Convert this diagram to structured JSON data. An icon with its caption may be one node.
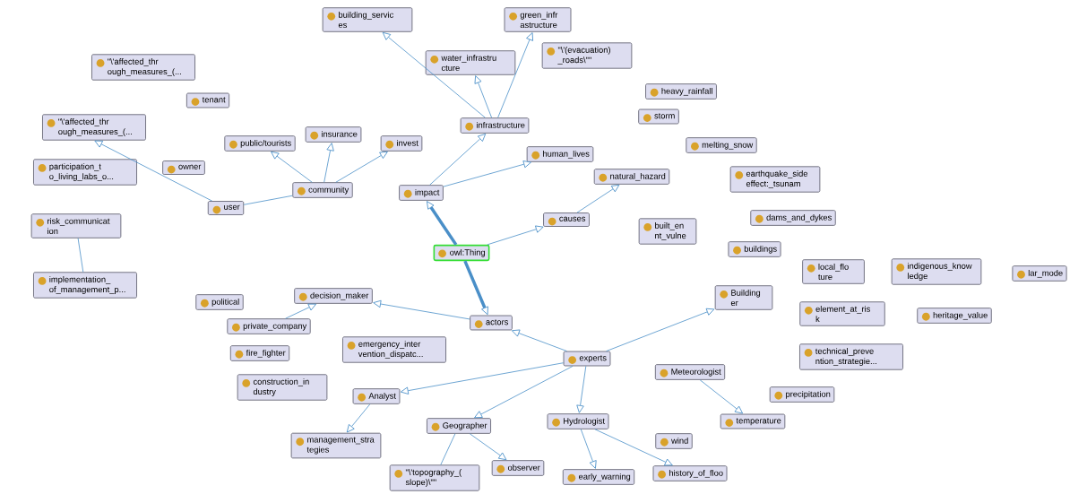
{
  "diagram": {
    "nodes": [
      {
        "text": [
          "owl:Thing"
        ]
      },
      {
        "text": [
          "impact"
        ]
      },
      {
        "text": [
          "actors"
        ]
      },
      {
        "text": [
          "causes"
        ]
      },
      {
        "text": [
          "infrastructure"
        ]
      },
      {
        "text": [
          "human_lives"
        ]
      },
      {
        "text": [
          "community"
        ]
      },
      {
        "text": [
          "user"
        ]
      },
      {
        "text": [
          "public/tourists"
        ]
      },
      {
        "text": [
          "insurance"
        ]
      },
      {
        "text": [
          "invest"
        ]
      },
      {
        "text": [
          "tenant"
        ]
      },
      {
        "text": [
          "\"\\'affected_thr ough_measures_(..."
        ]
      },
      {
        "text": [
          "\"\\'affected_thr ough_measures_(..."
        ]
      },
      {
        "text": [
          "participation_t o_living_labs_o..."
        ]
      },
      {
        "text": [
          "owner"
        ]
      },
      {
        "text": [
          "risk_communicat ion"
        ]
      },
      {
        "text": [
          "implementation_ of_management_p..."
        ]
      },
      {
        "text": [
          "political"
        ]
      },
      {
        "text": [
          "decision_maker"
        ]
      },
      {
        "text": [
          "private_company"
        ]
      },
      {
        "text": [
          "fire_fighter"
        ]
      },
      {
        "text": [
          "emergency_inter vention_dispatc..."
        ]
      },
      {
        "text": [
          "construction_in dustry"
        ]
      },
      {
        "text": [
          "Analyst"
        ]
      },
      {
        "text": [
          "management_stra tegies"
        ]
      },
      {
        "text": [
          "\"\\'topography_( slope)\\\"\""
        ]
      },
      {
        "text": [
          "observer"
        ]
      },
      {
        "text": [
          "Geographer"
        ]
      },
      {
        "text": [
          "Hydrologist"
        ]
      },
      {
        "text": [
          "early_warning"
        ]
      },
      {
        "text": [
          "history_of_floo"
        ]
      },
      {
        "text": [
          "wind"
        ]
      },
      {
        "text": [
          "experts"
        ]
      },
      {
        "text": [
          "Meteorologist"
        ]
      },
      {
        "text": [
          "precipitation"
        ]
      },
      {
        "text": [
          "temperature"
        ]
      },
      {
        "text": [
          "technical_preve ntion_strategie..."
        ]
      },
      {
        "text": [
          "Building er"
        ]
      },
      {
        "text": [
          "element_at_ris k"
        ]
      },
      {
        "text": [
          "heritage_value"
        ]
      },
      {
        "text": [
          "local_flo ture"
        ]
      },
      {
        "text": [
          "indigenous_know ledge"
        ]
      },
      {
        "text": [
          "lar_mode"
        ]
      },
      {
        "text": [
          "buildings"
        ]
      },
      {
        "text": [
          "built_en nt_vulne"
        ]
      },
      {
        "text": [
          "dams_and_dykes"
        ]
      },
      {
        "text": [
          "earthquake_side effect:_tsunam"
        ]
      },
      {
        "text": [
          "melting_snow"
        ]
      },
      {
        "text": [
          "natural_hazard"
        ]
      },
      {
        "text": [
          "storm"
        ]
      },
      {
        "text": [
          "heavy_rainfall"
        ]
      },
      {
        "text": [
          "\"\\'(evacuation) _roads\\\"\""
        ]
      },
      {
        "text": [
          "water_infrastru cture"
        ]
      },
      {
        "text": [
          "building_servic es"
        ]
      },
      {
        "text": [
          "green_infr astructure"
        ]
      }
    ],
    "edges": [
      {
        "from": 0,
        "to": 1,
        "arrow": "to",
        "style": "thick"
      },
      {
        "from": 0,
        "to": 2,
        "arrow": "to",
        "style": "thick"
      },
      {
        "from": 0,
        "to": 3,
        "arrow": "to"
      },
      {
        "from": 1,
        "to": 4,
        "arrow": "to"
      },
      {
        "from": 1,
        "to": 5,
        "arrow": "to"
      },
      {
        "from": 6,
        "to": 7,
        "arrow": "none"
      },
      {
        "from": 6,
        "to": 8,
        "arrow": "to"
      },
      {
        "from": 6,
        "to": 9,
        "arrow": "to"
      },
      {
        "from": 6,
        "to": 10,
        "arrow": "to"
      },
      {
        "from": 7,
        "to": 13,
        "arrow": "to"
      },
      {
        "from": 16,
        "to": 17,
        "arrow": "none"
      },
      {
        "from": 3,
        "to": 49,
        "arrow": "to"
      },
      {
        "from": 4,
        "to": 53,
        "arrow": "to"
      },
      {
        "from": 4,
        "to": 54,
        "arrow": "to"
      },
      {
        "from": 4,
        "to": 55,
        "arrow": "to"
      },
      {
        "from": 2,
        "to": 19,
        "arrow": "to"
      },
      {
        "from": 20,
        "to": 19,
        "arrow": "to"
      },
      {
        "from": 33,
        "to": 2,
        "arrow": "to"
      },
      {
        "from": 33,
        "to": 38,
        "arrow": "to"
      },
      {
        "from": 33,
        "to": 24,
        "arrow": "to"
      },
      {
        "from": 33,
        "to": 28,
        "arrow": "to"
      },
      {
        "from": 33,
        "to": 29,
        "arrow": "to"
      },
      {
        "from": 29,
        "to": 30,
        "arrow": "to"
      },
      {
        "from": 29,
        "to": 31,
        "arrow": "to"
      },
      {
        "from": 28,
        "to": 27,
        "arrow": "to"
      },
      {
        "from": 28,
        "to": 26,
        "arrow": "none"
      },
      {
        "from": 24,
        "to": 25,
        "arrow": "to"
      },
      {
        "from": 34,
        "to": 36,
        "arrow": "to"
      }
    ]
  }
}
